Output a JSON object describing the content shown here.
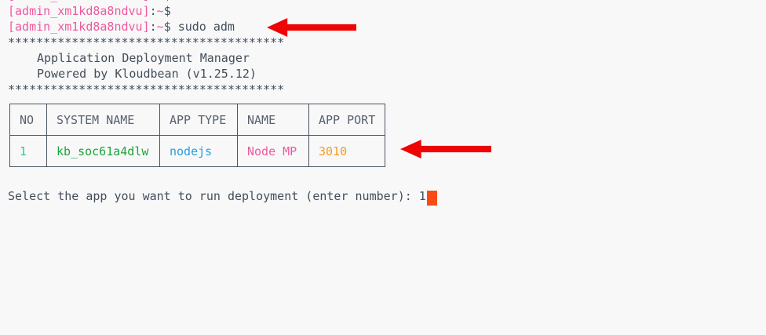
{
  "terminal": {
    "prompt": {
      "user": "[admin_xm1kd8a8ndvu]",
      "colon": ":",
      "tilde": "~",
      "dollar": "$"
    },
    "command": "sudo adm",
    "banner": {
      "stars": "***************************************",
      "title": "Application Deployment Manager",
      "subtitle": "Powered by Kloudbean (v1.25.12)"
    },
    "table": {
      "headers": [
        "NO",
        "SYSTEM NAME",
        "APP TYPE",
        "NAME",
        "APP PORT"
      ],
      "row": {
        "no": "1",
        "system_name": "kb_soc61a4dlw",
        "app_type": "nodejs",
        "name": "Node MP",
        "app_port": "3010"
      }
    },
    "select_prompt": "Select the app you want to run deployment (enter number): ",
    "select_value": "1"
  },
  "colors": {
    "background": "#f8f8f9",
    "text": "#424e5b",
    "prompt_pink": "#ef589d",
    "table_border": "#4a5462",
    "header_text": "#59616e",
    "no_teal": "#15d3a5",
    "system_green": "#1da43a",
    "type_blue": "#2b9fda",
    "name_pink": "#ef589d",
    "port_orange": "#f8991f",
    "arrow_red": "#ee0404",
    "cursor_orange": "#f84b15"
  }
}
